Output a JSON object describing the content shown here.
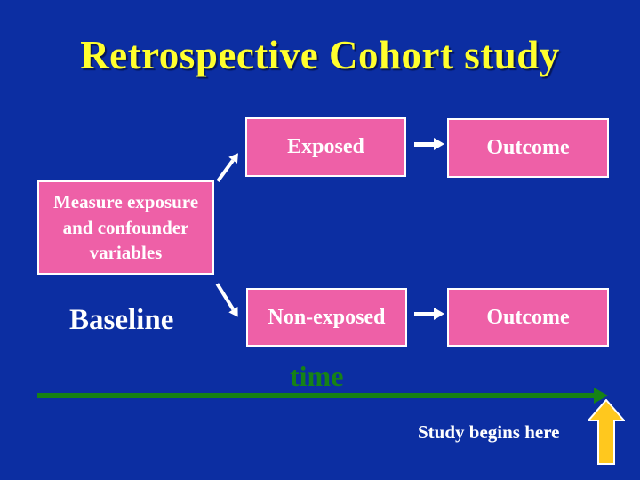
{
  "slide": {
    "title": "Retrospective Cohort study",
    "flow": {
      "exposed_label": "Exposed",
      "outcome_exposed_label": "Outcome",
      "measure_label": "Measure exposure and confounder variables",
      "non_exposed_label": "Non-exposed",
      "outcome_non_exposed_label": "Outcome"
    },
    "labels": {
      "baseline": "Baseline",
      "time": "time",
      "study_begins": "Study begins here"
    },
    "icons": {
      "exposed_to_outcome": "right-arrow-icon",
      "non_exposed_to_outcome": "right-arrow-icon",
      "measure_to_exposed": "up-right-arrow-icon",
      "measure_to_non_exposed": "down-right-arrow-icon",
      "timeline": "timeline-right-arrow-icon",
      "study_start": "gold-up-arrow-icon"
    },
    "colors": {
      "background": "#0C2EA2",
      "title_yellow": "#FFFF2E",
      "box_pink": "#EE60A7",
      "box_border": "#FFFFFF",
      "box_text": "#FFFFFF",
      "white_arrow": "#FFFFFF",
      "timeline_green": "#168216",
      "gold_arrow": "#FFC81E",
      "baseline_text": "#FFFFFF",
      "study_begins_text": "#FFFFFF"
    }
  }
}
